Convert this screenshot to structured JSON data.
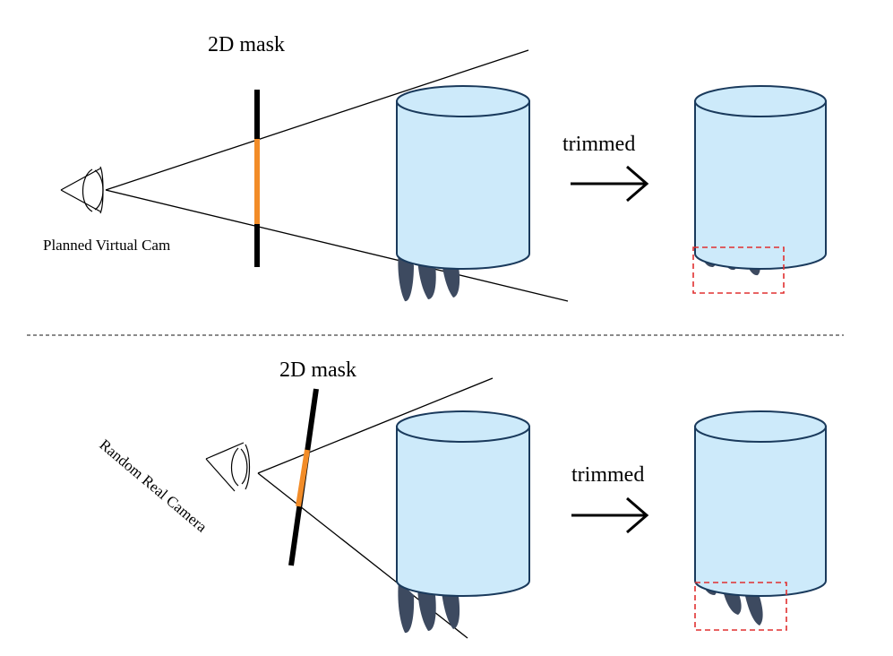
{
  "colors": {
    "cylinder_fill": "#cdeafa",
    "cylinder_stroke": "#1a3a5c",
    "mask_bar": "#000000",
    "mask_highlight": "#f28c28",
    "blobs": "#3d4a60",
    "trim_box": "#e03030",
    "divider": "#444444"
  },
  "top_panel": {
    "mask_label": "2D mask",
    "camera_label": "Planned Virtual Cam",
    "arrow_label": "trimmed"
  },
  "bottom_panel": {
    "mask_label": "2D mask",
    "camera_label": "Random Real Camera",
    "arrow_label": "trimmed"
  }
}
